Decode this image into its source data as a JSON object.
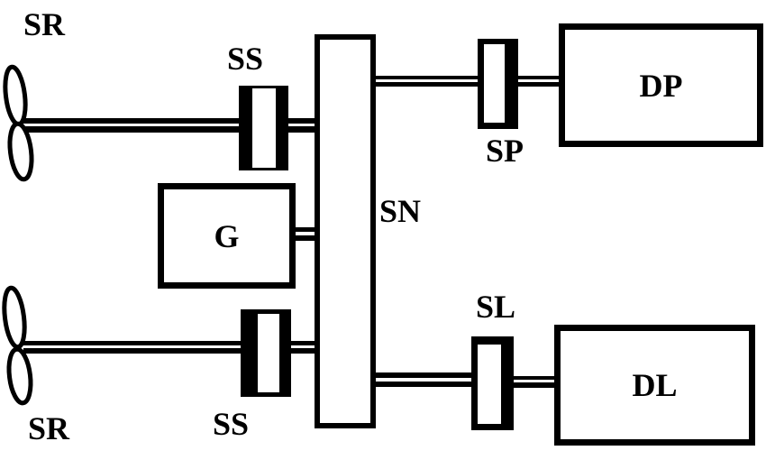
{
  "diagram": {
    "background_color": "#ffffff",
    "line_color": "#000000",
    "labels": {
      "sr_top": "SR",
      "ss_top": "SS",
      "sn": "SN",
      "g": "G",
      "sp": "SP",
      "dp": "DP",
      "sl": "SL",
      "dl": "DL",
      "ss_bottom": "SS",
      "sr_bottom": "SR"
    }
  }
}
